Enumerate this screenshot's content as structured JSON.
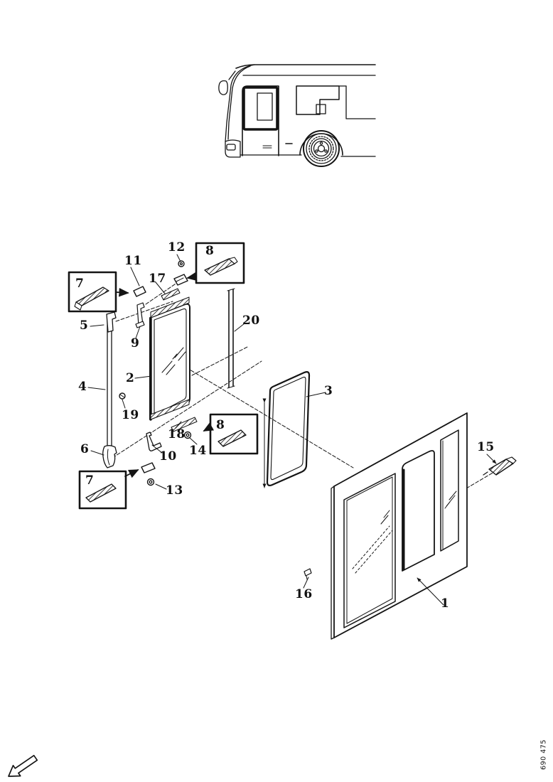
{
  "figure_code": "690 475",
  "colors": {
    "ink": "#141414",
    "background": "#ffffff"
  },
  "icons": {
    "direction_arrow": "outline-arrow-down-left"
  },
  "callouts": {
    "n1": "1",
    "n2": "2",
    "n3": "3",
    "n4": "4",
    "n5": "5",
    "n6": "6",
    "n7": "7",
    "n8": "8",
    "n9": "9",
    "n10": "10",
    "n11": "11",
    "n12": "12",
    "n13": "13",
    "n14": "14",
    "n15": "15",
    "n16": "16",
    "n17": "17",
    "n18": "18",
    "n19": "19",
    "n20": "20"
  }
}
